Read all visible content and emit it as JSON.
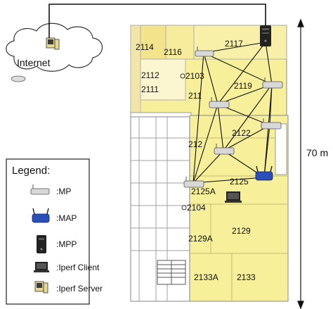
{
  "internet": {
    "label": "Internet"
  },
  "dimension": {
    "label": "70 m"
  },
  "legend": {
    "title": "Legend:",
    "items": [
      {
        "label": ":MP",
        "icon": "mesh-point-icon"
      },
      {
        "label": ":MAP",
        "icon": "mesh-access-point-icon"
      },
      {
        "label": ":MPP",
        "icon": "mesh-portal-icon"
      },
      {
        "label": ":Iperf Client",
        "icon": "laptop-icon"
      },
      {
        "label": ":Iperf Server",
        "icon": "desktop-pc-icon"
      }
    ]
  },
  "rooms": [
    {
      "id": "room-2114",
      "label": "2114"
    },
    {
      "id": "room-2116",
      "label": "2116"
    },
    {
      "id": "room-2117",
      "label": "2117"
    },
    {
      "id": "room-2112",
      "label": "2112"
    },
    {
      "id": "room-2111",
      "label": "2111"
    },
    {
      "id": "room-2103",
      "label": "2103"
    },
    {
      "id": "room-211x",
      "label": "211"
    },
    {
      "id": "room-2119",
      "label": "2119"
    },
    {
      "id": "room-2122",
      "label": "2122"
    },
    {
      "id": "room-212x",
      "label": "212"
    },
    {
      "id": "room-2125",
      "label": "2125"
    },
    {
      "id": "room-2125a",
      "label": "2125A"
    },
    {
      "id": "room-2104",
      "label": "2104"
    },
    {
      "id": "room-2129",
      "label": "2129"
    },
    {
      "id": "room-2129a",
      "label": "2129A"
    },
    {
      "id": "room-2133a",
      "label": "2133A"
    },
    {
      "id": "room-2133",
      "label": "2133"
    }
  ],
  "colors": {
    "floor_yellow": "#f7ef9a",
    "floor_light": "#fbf6cf",
    "wall_gray": "#9a9a9a",
    "map_blue": "#2a4fb8",
    "link_black": "#111111"
  }
}
